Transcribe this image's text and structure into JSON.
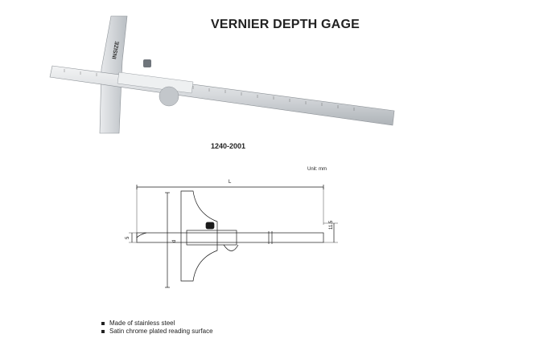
{
  "title": "VERNIER DEPTH GAGE",
  "model": "1240-2001",
  "brand_mark": "INSIZE",
  "unit_label": "Unit: mm",
  "dimensions": {
    "length": "L",
    "depth_d": "d",
    "height_5": "5",
    "height_11_5": "11.5"
  },
  "features": [
    "Made of stainless steel",
    "Satin chrome plated reading surface"
  ],
  "colors": {
    "steel_light": "#e4e6e8",
    "steel_mid": "#c9cdd1",
    "steel_dark": "#9aa0a6",
    "line": "#1a1a1a"
  }
}
